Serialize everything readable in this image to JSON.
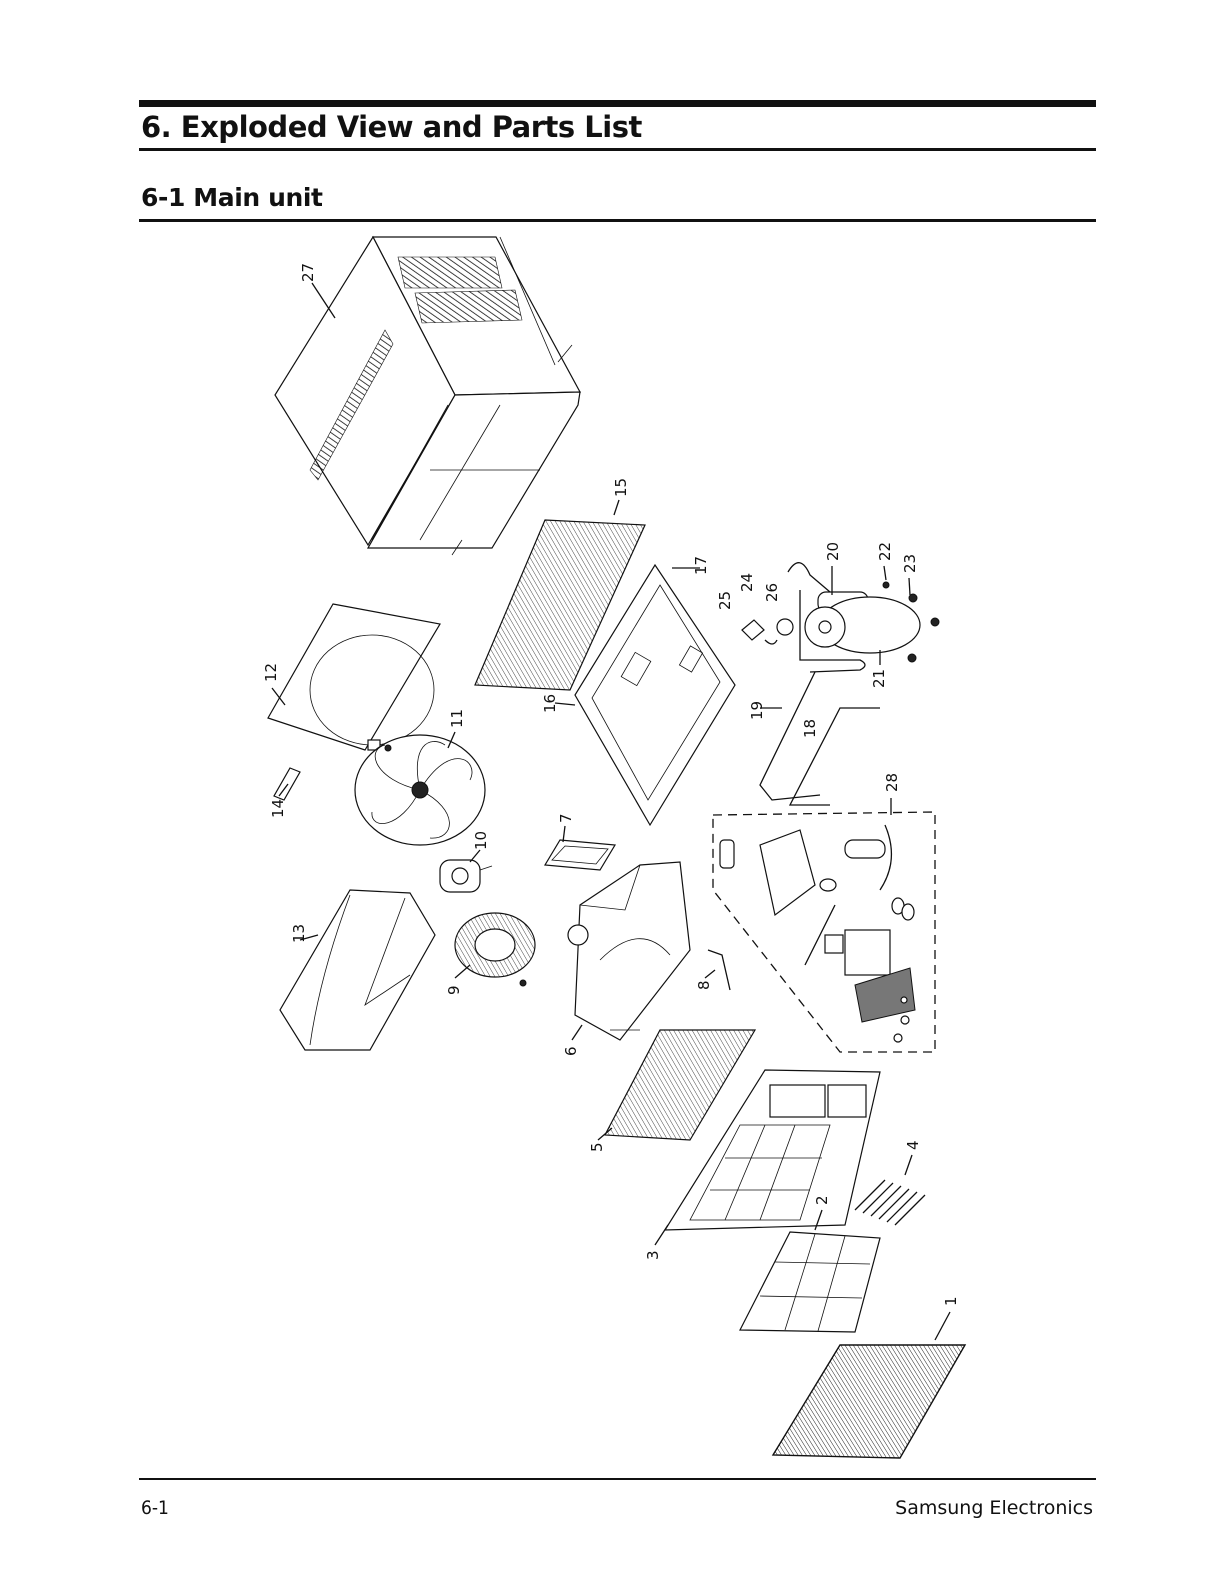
{
  "header": {
    "title": "6. Exploded View and Parts List",
    "subtitle": "6-1 Main unit"
  },
  "callouts": [
    "1",
    "2",
    "3",
    "4",
    "5",
    "6",
    "7",
    "8",
    "9",
    "10",
    "11",
    "12",
    "13",
    "14",
    "15",
    "16",
    "17",
    "18",
    "19",
    "20",
    "21",
    "22",
    "23",
    "24",
    "25",
    "26",
    "27",
    "28"
  ],
  "footer": {
    "page_number": "6-1",
    "company": "Samsung Electronics"
  }
}
